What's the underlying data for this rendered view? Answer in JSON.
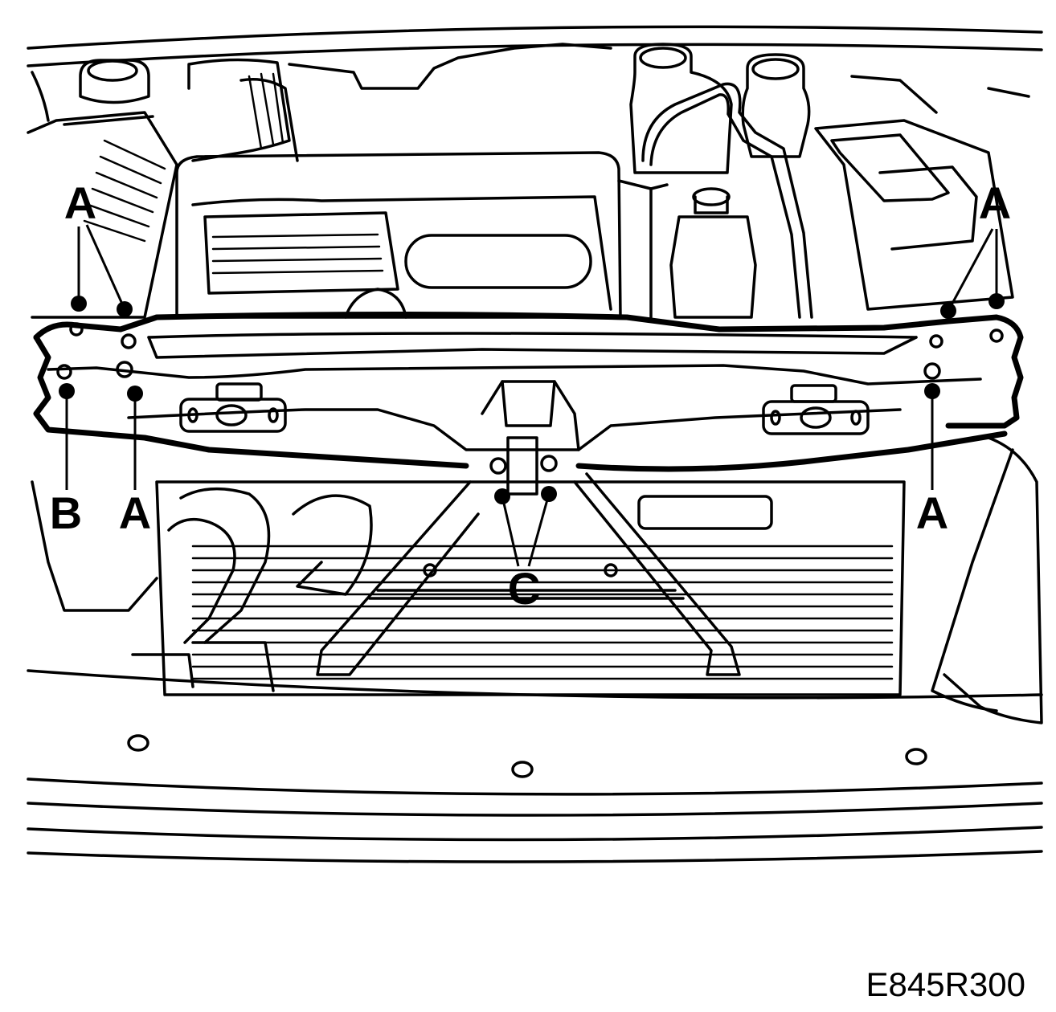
{
  "figure_code": "E845R300",
  "callouts": {
    "a_left_upper": "A",
    "a_right_upper": "A",
    "b_left_lower": "B",
    "a_left_lower": "A",
    "a_right_lower": "A",
    "c_center": "C"
  }
}
